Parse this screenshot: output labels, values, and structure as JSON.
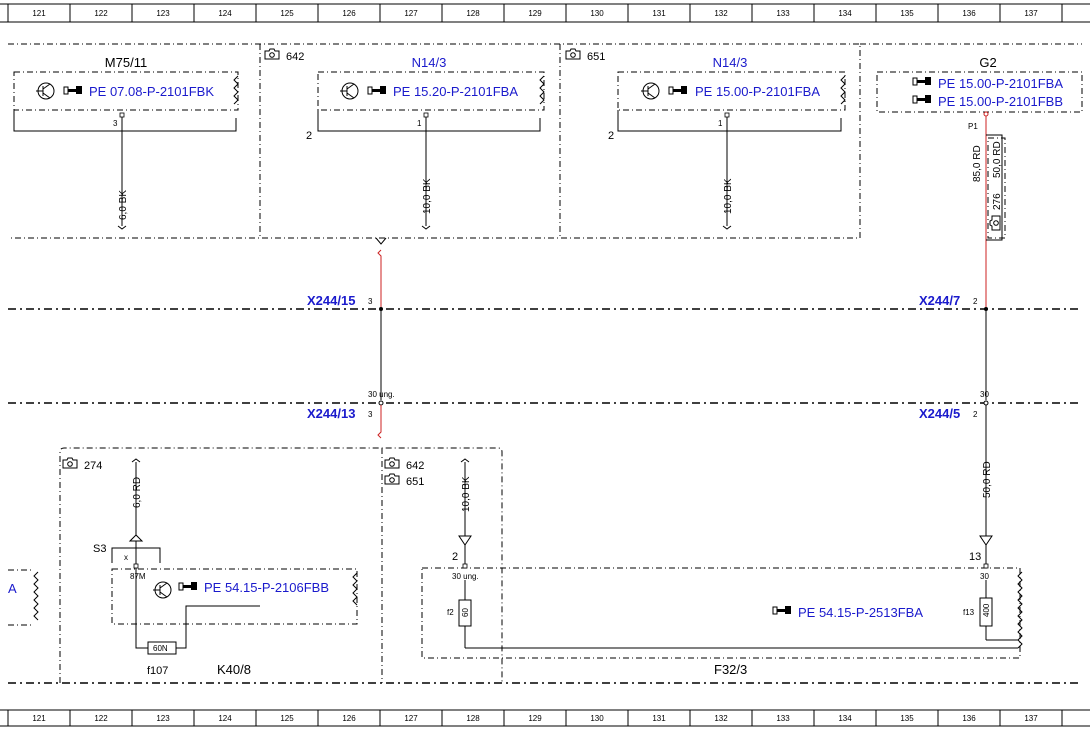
{
  "ruler_labels": [
    "121",
    "122",
    "123",
    "124",
    "125",
    "126",
    "127",
    "128",
    "129",
    "130",
    "131",
    "132",
    "133",
    "134",
    "135",
    "136",
    "137"
  ],
  "components": {
    "m75": {
      "name": "M75/11",
      "ref": "PE 07.08-P-2101FBK",
      "pin": "3",
      "wire": "6,0 BK"
    },
    "n14a": {
      "name": "N14/3",
      "ref": "PE 15.20-P-2101FBA",
      "pin": "1",
      "wire": "10,0 BK",
      "pin_left": "2",
      "loc": "642"
    },
    "n14b": {
      "name": "N14/3",
      "ref": "PE 15.00-P-2101FBA",
      "pin": "1",
      "wire": "10,0 BK",
      "pin_left": "2",
      "loc": "651"
    },
    "g2": {
      "name": "G2",
      "ref1": "PE 15.00-P-2101FBA",
      "ref2": "PE 15.00-P-2101FBB",
      "pin": "P1",
      "wire_a": "85,0 RD",
      "wire_b": "50,0 RD",
      "loc": "276"
    },
    "k40": {
      "name": "K40/8",
      "ref": "PE 54.15-P-2106FBB",
      "loc": "274",
      "wire": "6,0 RD",
      "s3": "S3",
      "x": "x",
      "pin87": "87M",
      "fuse": "60N",
      "fuse_id": "f107"
    },
    "f32": {
      "name": "F32/3",
      "ref": "PE 54.15-P-2513FBA",
      "loc1": "642",
      "loc2": "651",
      "wire_left": "10,0 BK",
      "wire_right": "50,0 RD",
      "pin_left": "2",
      "pin_right": "13",
      "term_left": "30 ung.",
      "term_right": "30",
      "fuse_left": "60",
      "fuse_left_id": "f2",
      "fuse_right": "400",
      "fuse_right_id": "f13"
    },
    "left_stub": {
      "label": "A"
    }
  },
  "connectors": {
    "x244_15": {
      "name": "X244/15",
      "pin": "3"
    },
    "x244_7": {
      "name": "X244/7",
      "pin": "2"
    },
    "x244_13": {
      "name": "X244/13",
      "pin": "3",
      "term": "30 ung."
    },
    "x244_5": {
      "name": "X244/5",
      "pin": "2",
      "term": "30"
    }
  }
}
